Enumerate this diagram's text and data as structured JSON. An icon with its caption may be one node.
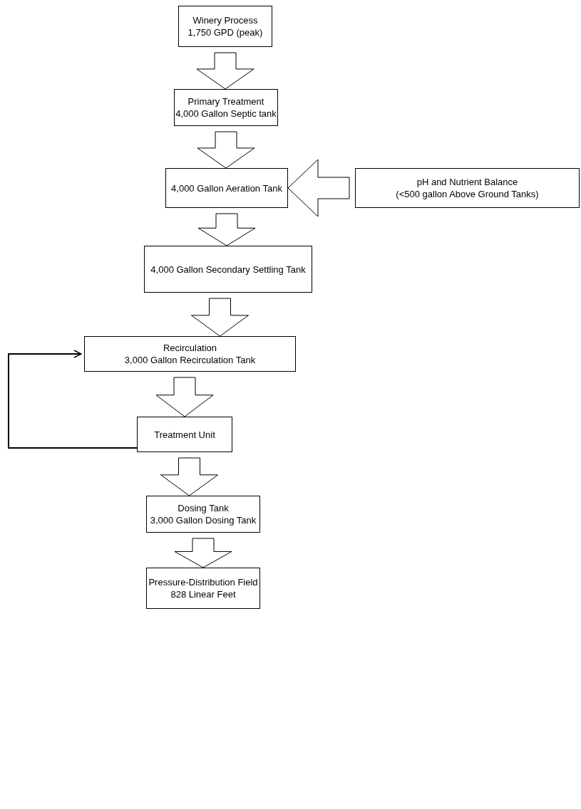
{
  "diagram": {
    "nodes": [
      {
        "text": [
          "Winery Process",
          "1,750 GPD (peak)"
        ]
      },
      {
        "text": [
          "Primary Treatment",
          "4,000 Gallon Septic tank"
        ]
      },
      {
        "text": [
          "4,000 Gallon Aeration Tank"
        ]
      },
      {
        "text": [
          "pH and Nutrient Balance",
          "(<500 gallon Above Ground Tanks)"
        ]
      },
      {
        "text": [
          "4,000 Gallon Secondary Settling Tank"
        ]
      },
      {
        "text": [
          "Recirculation",
          "3,000 Gallon Recirculation Tank"
        ]
      },
      {
        "text": [
          "Treatment Unit"
        ]
      },
      {
        "text": [
          "Dosing Tank",
          "3,000 Gallon Dosing Tank"
        ]
      },
      {
        "text": [
          "Pressure-Distribution Field",
          "828 Linear Feet"
        ]
      }
    ],
    "edges": [
      {
        "from": 0,
        "to": 1,
        "arrow": "to"
      },
      {
        "from": 1,
        "to": 2,
        "arrow": "to"
      },
      {
        "from": 3,
        "to": 2,
        "arrow": "to"
      },
      {
        "from": 2,
        "to": 4,
        "arrow": "to"
      },
      {
        "from": 4,
        "to": 5,
        "arrow": "to"
      },
      {
        "from": 5,
        "to": 6,
        "arrow": "to"
      },
      {
        "from": 6,
        "to": 5,
        "arrow": "to"
      },
      {
        "from": 6,
        "to": 7,
        "arrow": "to"
      },
      {
        "from": 7,
        "to": 8,
        "arrow": "to"
      }
    ]
  }
}
